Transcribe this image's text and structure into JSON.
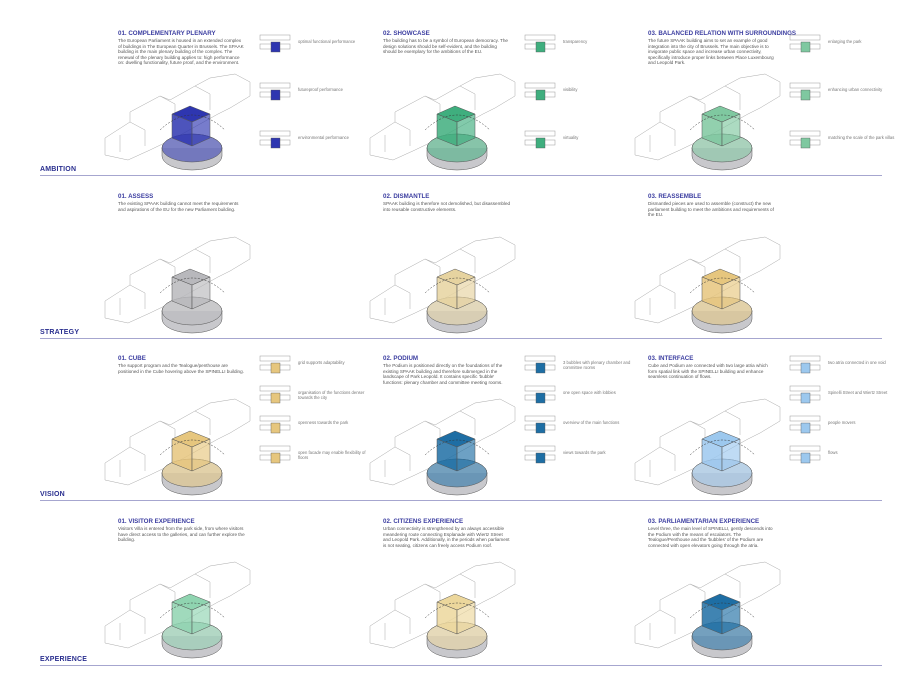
{
  "colors": {
    "title": "#3b3da0",
    "section": "#2a2f8f",
    "rule": "#a6a6cf",
    "blue": "#2e36b0",
    "green": "#3fae7e",
    "gray": "#9a9aa0",
    "tan": "#e6c67e",
    "teal": "#1e6ea4",
    "lightblue": "#9cc8ee",
    "yellow": "#e2b23a",
    "pink": "#dba9cb"
  },
  "sections": [
    {
      "label": "AMBITION",
      "panels": [
        {
          "title": "01. COMPLEMENTARY PLENARY",
          "body": "The European Parliament is housed in an extended complex of buildings in The European Quarter in Brussels. The SPAAK building is the main plenary building of the complex. The renewal of the plenary building applies to: high performance on: dwelling functionality, future proof, and the environment.",
          "accent": "#2e36b0",
          "side": [
            "optimal functional performance",
            "futureproof performance",
            "environmental performance"
          ]
        },
        {
          "title": "02. SHOWCASE",
          "body": "The building has to be a symbol of European democracy. The design solutions should be self-evident, and the building should be exemplary for the ambitions of the EU.",
          "accent": "#3fae7e",
          "side": [
            "transparency",
            "visibility",
            "virtuality"
          ]
        },
        {
          "title": "03. BALANCED RELATION WITH SURROUNDINGS",
          "body": "The future SPAAK building aims to set an example of good integration into the city of Brussels. The main objective is to invigorate public space and increase urban connectivity, specifically introduce proper links between Place Luxembourg and Leopold Park.",
          "accent": "#7fc8a0",
          "side": [
            "enlarging the park",
            "enhancing urban connectivity",
            "matching the scale of the park villas"
          ]
        }
      ]
    },
    {
      "label": "STRATEGY",
      "panels": [
        {
          "title": "01. ASSESS",
          "body": "The existing SPAAK building cannot meet the requirements and aspirations of the EU for the new Parliament building.",
          "accent": "#b8b8bc",
          "side": []
        },
        {
          "title": "02. DISMANTLE",
          "body": "SPAAK building is therefore not demolished, but disassembled into reusable constructive elements.",
          "accent": "#e6d3a0",
          "side": []
        },
        {
          "title": "03. REASSEMBLE",
          "body": "Dismantled pieces are used to assemble (construct) the new parliament building to meet the ambitions and requirements of the EU.",
          "accent": "#e6c67e",
          "side": []
        }
      ]
    },
    {
      "label": "VISION",
      "panels": [
        {
          "title": "01. CUBE",
          "body": "The support program and the Tealogue/penthouse are positioned in the Cube hovering above the SPINELLI building.",
          "accent": "#e6c67e",
          "side": [
            "grid supports adaptability",
            "organisation of the functions denser towards the city",
            "openness towards the park",
            "open facade may enable flexibility of floors"
          ]
        },
        {
          "title": "02. PODIUM",
          "body": "The Podium is positioned directly on the foundations of the existing SPAAK building and therefore submerged in the landscape of Park Leopold. It contains specific 'bubble' functions: plenary chamber and committee meeting rooms.",
          "accent": "#1e6ea4",
          "side": [
            "3 bubbles with plenary chamber and committee rooms",
            "one open space with lobbies",
            "overview of the main functions",
            "views towards the park"
          ]
        },
        {
          "title": "03. INTERFACE",
          "body": "Cube and Podium are connected with two large atria which form spatial link with the SPINELLI building and enhance seamless continuation of flows.",
          "accent": "#9cc8ee",
          "side": [
            "two atria connected in one void",
            "Spinelli Street and Wiertz Street",
            "people movers",
            "flows"
          ]
        }
      ]
    },
    {
      "label": "EXPERIENCE",
      "panels": [
        {
          "title": "01. VISITOR EXPERIENCE",
          "body": "Visitors Villa is entered from the park side, from where visitors have direct access to the galleries, and can further explore the building.",
          "accent": "#8fd4b0",
          "side": []
        },
        {
          "title": "02. CITIZENS EXPERIENCE",
          "body": "Urban connectivity is strengthened by an always accessible meandering route connecting Esplanade with Wiertz Street and Leopold Park. Additionally, in the periods when parliament is not seating, citizens can freely access Podium roof.",
          "accent": "#ecd79c",
          "side": []
        },
        {
          "title": "03. PARLIAMENTARIAN EXPERIENCE",
          "body": "Level three, the main level of SPINELLI, gently descends into the Podium with the means of escalators. The Tealogue/Penthouse and the 'bubbles' of the Podium are connected with open elevators going through the atria.",
          "accent": "#1e6ea4",
          "side": []
        }
      ]
    }
  ]
}
